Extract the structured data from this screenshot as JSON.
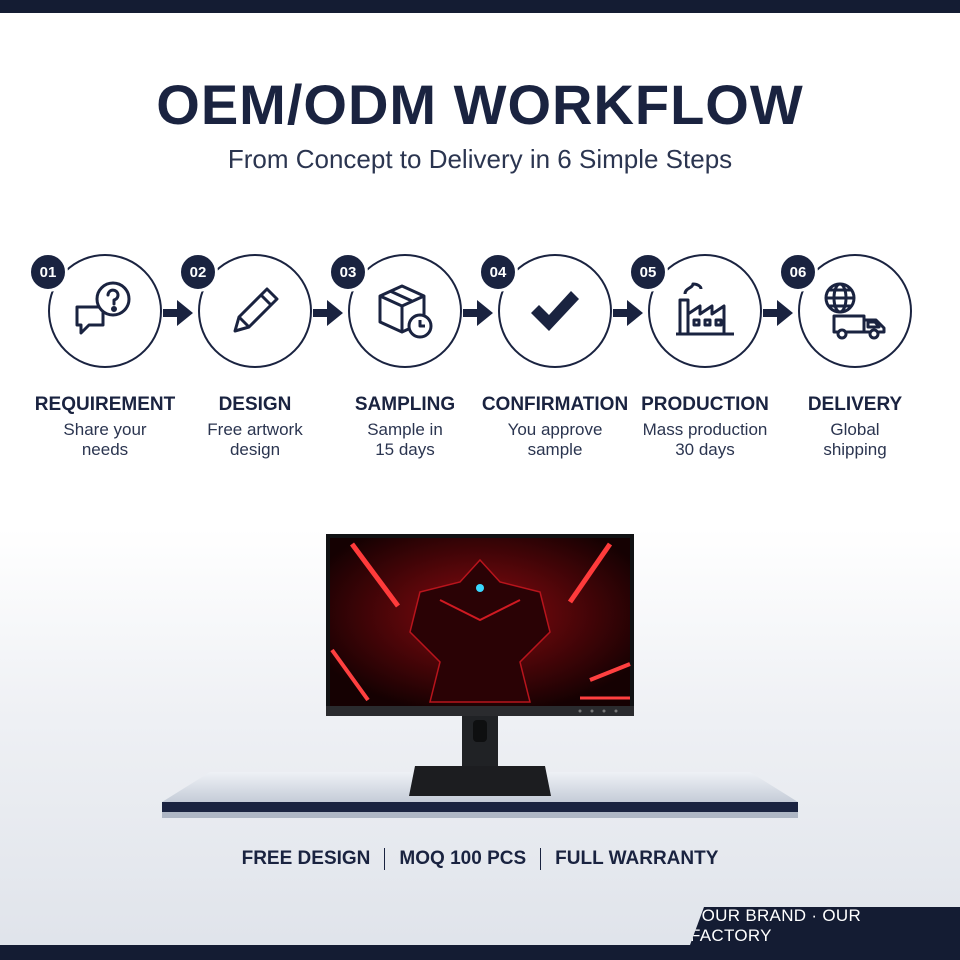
{
  "header": {
    "title": "OEM/ODM WORKFLOW",
    "subtitle": "From Concept to Delivery in 6 Simple Steps"
  },
  "steps": [
    {
      "number": "01",
      "title": "REQUIREMENT",
      "desc_line1": "Share your",
      "desc_line2": "needs",
      "icon": "question-chat-icon"
    },
    {
      "number": "02",
      "title": "DESIGN",
      "desc_line1": "Free artwork",
      "desc_line2": "design",
      "icon": "pencil-icon"
    },
    {
      "number": "03",
      "title": "SAMPLING",
      "desc_line1": "Sample in",
      "desc_line2": "15 days",
      "icon": "box-clock-icon"
    },
    {
      "number": "04",
      "title": "CONFIRMATION",
      "desc_line1": "You approve",
      "desc_line2": "sample",
      "icon": "checkmark-icon"
    },
    {
      "number": "05",
      "title": "PRODUCTION",
      "desc_line1": "Mass production",
      "desc_line2": "30 days",
      "icon": "factory-icon"
    },
    {
      "number": "06",
      "title": "DELIVERY",
      "desc_line1": "Global",
      "desc_line2": "shipping",
      "icon": "globe-truck-icon"
    }
  ],
  "perks": [
    "FREE DESIGN",
    "MOQ 100 PCS",
    "FULL WARRANTY"
  ],
  "footer": {
    "brand_tag": "YOUR BRAND · OUR FACTORY"
  },
  "colors": {
    "navy": "#1a2340",
    "accent_red": "#e0141e"
  }
}
